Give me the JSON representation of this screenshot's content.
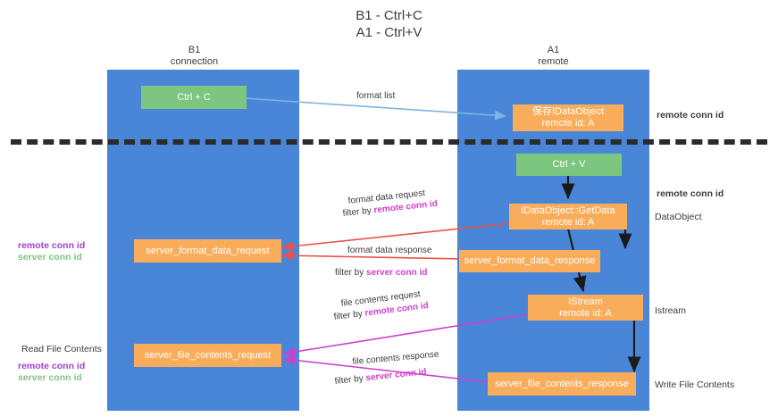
{
  "title": "B1 - Ctrl+C\nA1 - Ctrl+V",
  "lanes": [
    {
      "name": "b1",
      "title": "B1\nconnection"
    },
    {
      "name": "a1",
      "title": "A1\nremote"
    }
  ],
  "boxes": {
    "ctrl_c": {
      "line1": "Ctrl + C",
      "color": "#7dc67f"
    },
    "save_idataobject": {
      "line1": "保存IDataObject",
      "line2": "remote id: A",
      "color": "#f9ad5a"
    },
    "ctrl_v": {
      "line1": "Ctrl + V",
      "color": "#7dc67f"
    },
    "getdata": {
      "line1": "IDataObject::GetData",
      "line2": "remote id: A",
      "color": "#f9ad5a"
    },
    "server_format_data_request": {
      "line1": "server_format_data_request",
      "color": "#f9ad5a"
    },
    "server_format_data_response": {
      "line1": "server_format_data_response",
      "color": "#f9ad5a"
    },
    "istream": {
      "line1": "IStream",
      "line2": "remote id: A",
      "color": "#f9ad5a"
    },
    "server_file_contents_request": {
      "line1": "server_file_contents_request",
      "color": "#f9ad5a"
    },
    "server_file_contents_response": {
      "line1": "server_file_contents_response",
      "color": "#f9ad5a"
    }
  },
  "edges": {
    "format_list": "format list",
    "format_data_request": "format data request",
    "format_data_request_filter_prefix": "filter by ",
    "format_data_request_filter_value": "remote conn id",
    "format_data_response": "format data response",
    "format_data_response_filter_prefix": "filter by ",
    "format_data_response_filter_value": "server conn id",
    "file_contents_request": "file contents request",
    "file_contents_request_filter_prefix": "filter by ",
    "file_contents_request_filter_value": "remote conn id",
    "file_contents_response": "file contents response",
    "file_contents_response_filter_prefix": "filter by ",
    "file_contents_response_filter_value": "server conn id"
  },
  "annotations": {
    "right_remote_conn_id_top": "remote conn id",
    "right_remote_conn_id_mid": "remote conn id",
    "right_dataobject": "DataObject",
    "right_istream": "Istream",
    "right_write_file_contents": "Write File Contents",
    "left_remote_conn_id_mid": "remote conn id",
    "left_server_conn_id_mid": "server conn id",
    "left_read_file_contents": "Read File Contents",
    "left_remote_conn_id_bottom": "remote conn id",
    "left_server_conn_id_bottom": "server conn id"
  },
  "colors": {
    "lane": "#4a86d8",
    "green_box": "#7dc67f",
    "orange_box": "#f9ad5a",
    "purple": "#a33fd1",
    "green_text": "#7dc67f",
    "magenta": "#cf3fcf",
    "red_arrow": "#e8534a",
    "blue_arrow": "#7fb3e0",
    "black_arrow": "#1a1a1a",
    "divider": "#2b2b2b",
    "background": "#ffffff"
  }
}
